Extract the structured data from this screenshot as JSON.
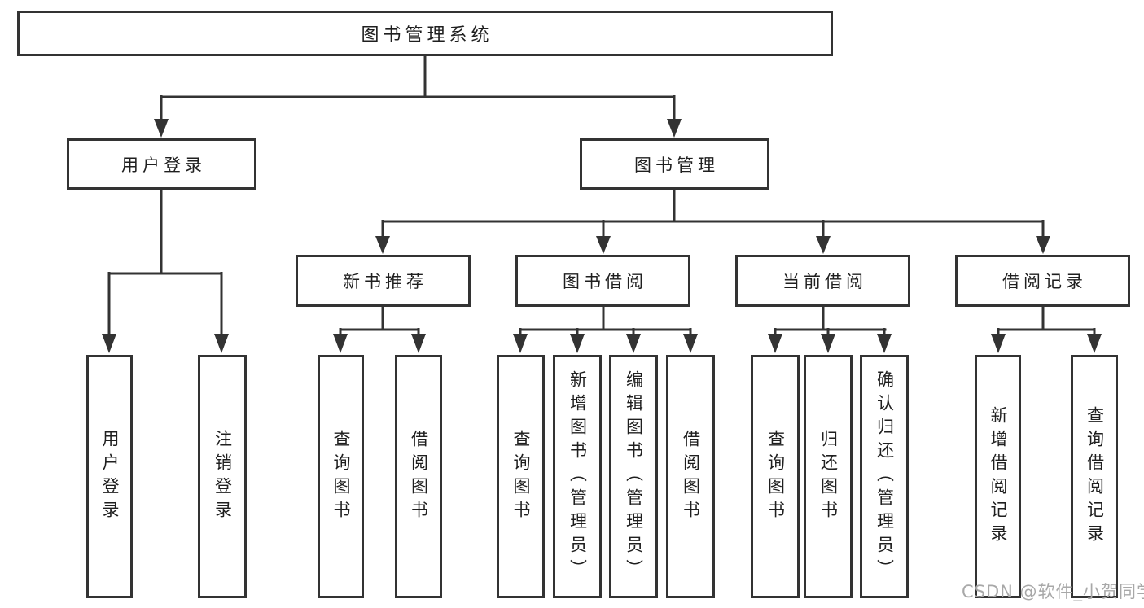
{
  "diagram": {
    "type": "hierarchy-tree",
    "levels": 4,
    "colors": {
      "line": "#333333",
      "box_border": "#333333",
      "box_fill": "#ffffff",
      "text": "#1f1f1f",
      "watermark": "#a8a8a8",
      "background": "#ffffff"
    },
    "nodes": {
      "root": {
        "label": "图书管理系统"
      },
      "user_login": {
        "label": "用户登录"
      },
      "book_mgmt": {
        "label": "图书管理"
      },
      "new_book_rec": {
        "label": "新书推荐"
      },
      "book_borrow": {
        "label": "图书借阅"
      },
      "current_borrow": {
        "label": "当前借阅"
      },
      "borrow_records": {
        "label": "借阅记录"
      },
      "leaf_user_login": {
        "label": "用户登录"
      },
      "leaf_logout": {
        "label": "注销登录"
      },
      "leaf_query_book_1": {
        "label": "查询图书"
      },
      "leaf_borrow_book_1": {
        "label": "借阅图书"
      },
      "leaf_query_book_2": {
        "label": "查询图书"
      },
      "leaf_add_book_admin": {
        "label": "新增图书（管理员）"
      },
      "leaf_edit_book_admin": {
        "label": "编辑图书（管理员）"
      },
      "leaf_borrow_book_2": {
        "label": "借阅图书"
      },
      "leaf_query_book_3": {
        "label": "查询图书"
      },
      "leaf_return_book": {
        "label": "归还图书"
      },
      "leaf_confirm_return_admin": {
        "label": "确认归还（管理员）"
      },
      "leaf_add_borrow_record": {
        "label": "新增借阅记录"
      },
      "leaf_query_borrow_record": {
        "label": "查询借阅记录"
      }
    },
    "edges": [
      [
        "图书管理系统",
        "用户登录"
      ],
      [
        "图书管理系统",
        "图书管理"
      ],
      [
        "用户登录",
        "用户登录"
      ],
      [
        "用户登录",
        "注销登录"
      ],
      [
        "图书管理",
        "新书推荐"
      ],
      [
        "图书管理",
        "图书借阅"
      ],
      [
        "图书管理",
        "当前借阅"
      ],
      [
        "图书管理",
        "借阅记录"
      ],
      [
        "新书推荐",
        "查询图书"
      ],
      [
        "新书推荐",
        "借阅图书"
      ],
      [
        "图书借阅",
        "查询图书"
      ],
      [
        "图书借阅",
        "新增图书（管理员）"
      ],
      [
        "图书借阅",
        "编辑图书（管理员）"
      ],
      [
        "图书借阅",
        "借阅图书"
      ],
      [
        "当前借阅",
        "查询图书"
      ],
      [
        "当前借阅",
        "归还图书"
      ],
      [
        "当前借阅",
        "确认归还（管理员）"
      ],
      [
        "借阅记录",
        "新增借阅记录"
      ],
      [
        "借阅记录",
        "查询借阅记录"
      ]
    ],
    "watermark": {
      "text": "CSDN @软件_小贺同学"
    }
  }
}
